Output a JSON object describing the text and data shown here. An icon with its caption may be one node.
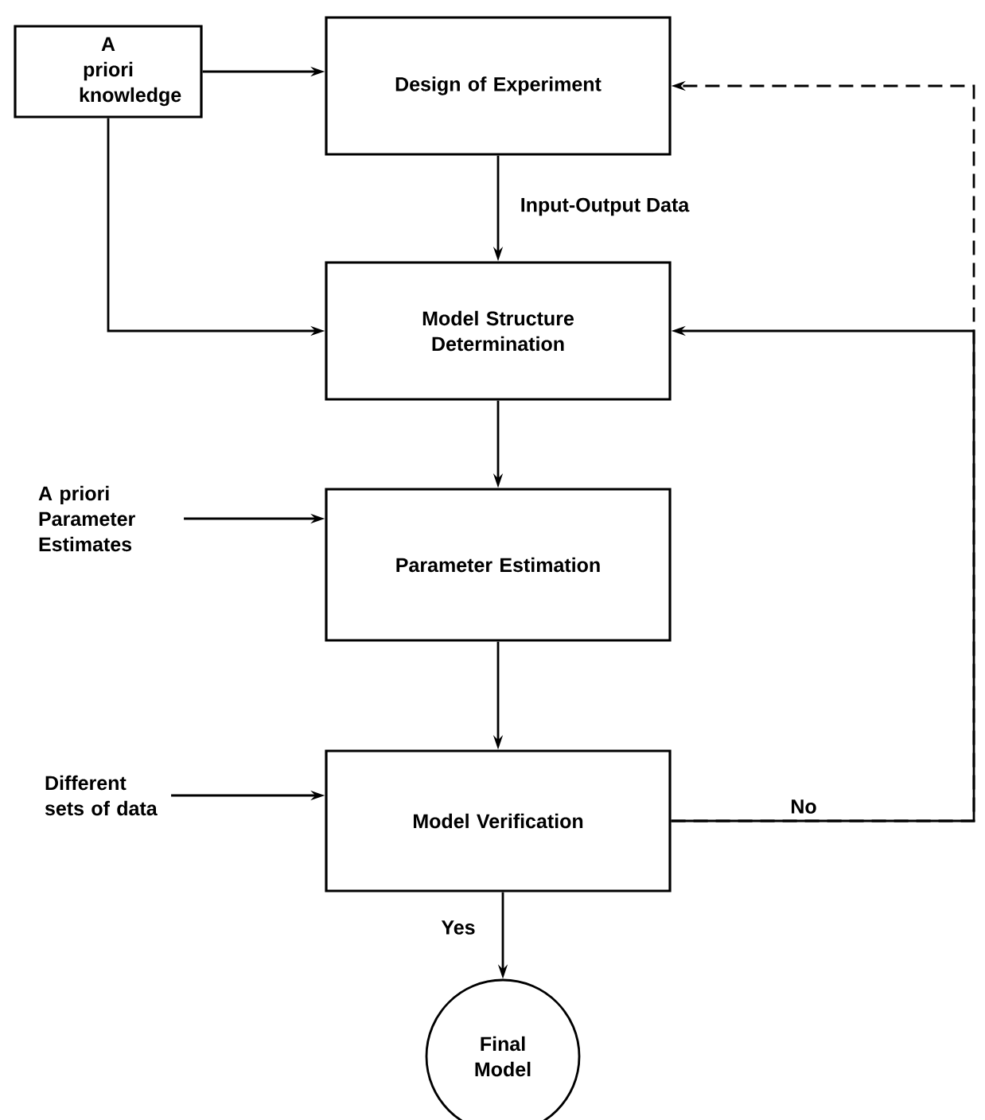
{
  "diagram": {
    "nodes": [
      {
        "text": [
          "A priori knowledge"
        ]
      },
      {
        "text": [
          "Design of Experiment"
        ]
      },
      {
        "text": [
          "Model Structure Determination"
        ]
      },
      {
        "text": [
          "A priori Parameter Estimates"
        ]
      },
      {
        "text": [
          "Parameter Estimation"
        ]
      },
      {
        "text": [
          "Different sets of data"
        ]
      },
      {
        "text": [
          "Model Verification"
        ]
      },
      {
        "text": [
          "Final Model"
        ]
      }
    ],
    "edges": [
      {
        "from": 0,
        "to": 1,
        "arrow": "to"
      },
      {
        "from": 0,
        "to": 2,
        "arrow": "to"
      },
      {
        "from": 1,
        "to": 2,
        "arrow": "to",
        "label": "Input-Output Data"
      },
      {
        "from": 2,
        "to": 4,
        "arrow": "to"
      },
      {
        "from": 3,
        "to": 4,
        "arrow": "to"
      },
      {
        "from": 4,
        "to": 6,
        "arrow": "to"
      },
      {
        "from": 5,
        "to": 6,
        "arrow": "to"
      },
      {
        "from": 6,
        "to": 7,
        "arrow": "to",
        "label": "Yes"
      },
      {
        "from": 6,
        "to": 1,
        "arrow": "to",
        "style": "dashed"
      },
      {
        "from": 6,
        "to": 2,
        "arrow": "to",
        "label": "No"
      }
    ]
  }
}
